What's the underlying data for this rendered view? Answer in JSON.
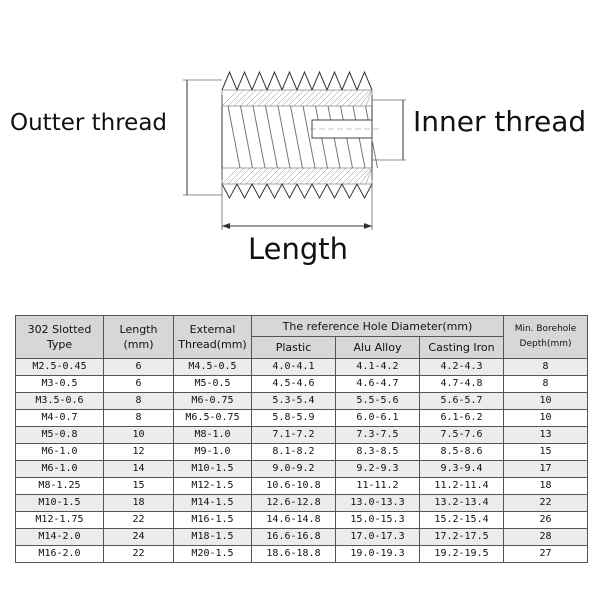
{
  "diagram": {
    "outer_label": "Outter thread",
    "inner_label": "Inner thread",
    "length_label": "Length"
  },
  "table": {
    "headers": {
      "type": [
        "302 Slotted",
        "Type"
      ],
      "length": [
        "Length",
        "(mm)"
      ],
      "external": [
        "External",
        "Thread(mm)"
      ],
      "ref_group": "The reference Hole Diameter(mm)",
      "plastic": "Plastic",
      "alu": "Alu Alloy",
      "iron": "Casting Iron",
      "depth": [
        "Min. Borehole",
        "Depth(mm)"
      ]
    },
    "rows": [
      [
        "M2.5-0.45",
        "6",
        "M4.5-0.5",
        "4.0-4.1",
        "4.1-4.2",
        "4.2-4.3",
        "8"
      ],
      [
        "M3-0.5",
        "6",
        "M5-0.5",
        "4.5-4.6",
        "4.6-4.7",
        "4.7-4.8",
        "8"
      ],
      [
        "M3.5-0.6",
        "8",
        "M6-0.75",
        "5.3-5.4",
        "5.5-5.6",
        "5.6-5.7",
        "10"
      ],
      [
        "M4-0.7",
        "8",
        "M6.5-0.75",
        "5.8-5.9",
        "6.0-6.1",
        "6.1-6.2",
        "10"
      ],
      [
        "M5-0.8",
        "10",
        "M8-1.0",
        "7.1-7.2",
        "7.3-7.5",
        "7.5-7.6",
        "13"
      ],
      [
        "M6-1.0",
        "12",
        "M9-1.0",
        "8.1-8.2",
        "8.3-8.5",
        "8.5-8.6",
        "15"
      ],
      [
        "M6-1.0",
        "14",
        "M10-1.5",
        "9.0-9.2",
        "9.2-9.3",
        "9.3-9.4",
        "17"
      ],
      [
        "M8-1.25",
        "15",
        "M12-1.5",
        "10.6-10.8",
        "11-11.2",
        "11.2-11.4",
        "18"
      ],
      [
        "M10-1.5",
        "18",
        "M14-1.5",
        "12.6-12.8",
        "13.0-13.3",
        "13.2-13.4",
        "22"
      ],
      [
        "M12-1.75",
        "22",
        "M16-1.5",
        "14.6-14.8",
        "15.0-15.3",
        "15.2-15.4",
        "26"
      ],
      [
        "M14-2.0",
        "24",
        "M18-1.5",
        "16.6-16.8",
        "17.0-17.3",
        "17.2-17.5",
        "28"
      ],
      [
        "M16-2.0",
        "22",
        "M20-1.5",
        "18.6-18.8",
        "19.0-19.3",
        "19.2-19.5",
        "27"
      ]
    ]
  }
}
